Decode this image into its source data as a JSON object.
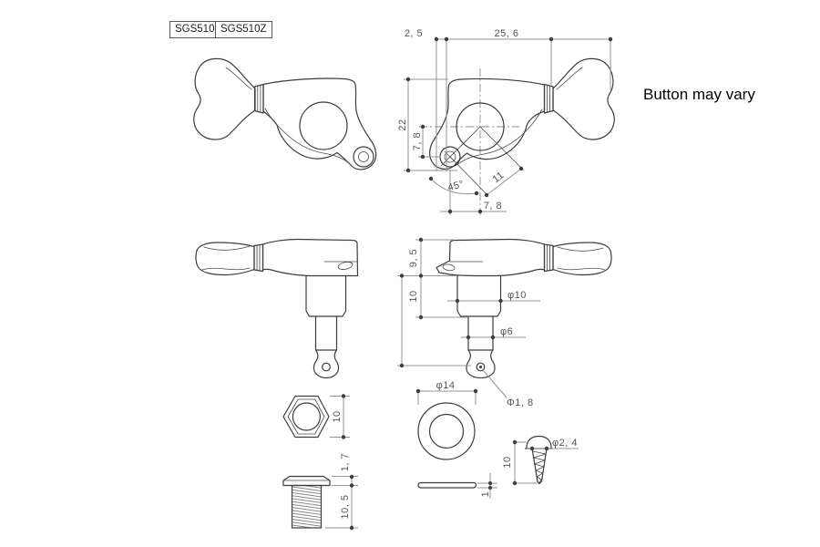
{
  "models": [
    "SGS510",
    "SGS510Z"
  ],
  "note": "Button may vary",
  "dims": {
    "top_offset": "2, 5",
    "top_width": "25, 6",
    "side_height": "22",
    "hole_down": "7, 8",
    "hole_across": "7, 8",
    "hole_diag": "11",
    "angle": "45°",
    "housing_height": "9, 5",
    "post_height": "10",
    "post_dia": "φ10",
    "shaft_dia": "φ6",
    "string_hole_dia": "Φ1, 8",
    "washer_od": "φ14",
    "washer_thickness": "1",
    "nut_size": "10",
    "bushing_flange": "1, 7",
    "bushing_length": "10, 5",
    "screw_length": "10",
    "screw_dia": "φ2, 4"
  },
  "colors": {
    "background": "#ffffff",
    "outline": "#3c3c3c",
    "dimension_line": "#949494",
    "dimension_text": "#555555",
    "note_text": "#000000"
  }
}
